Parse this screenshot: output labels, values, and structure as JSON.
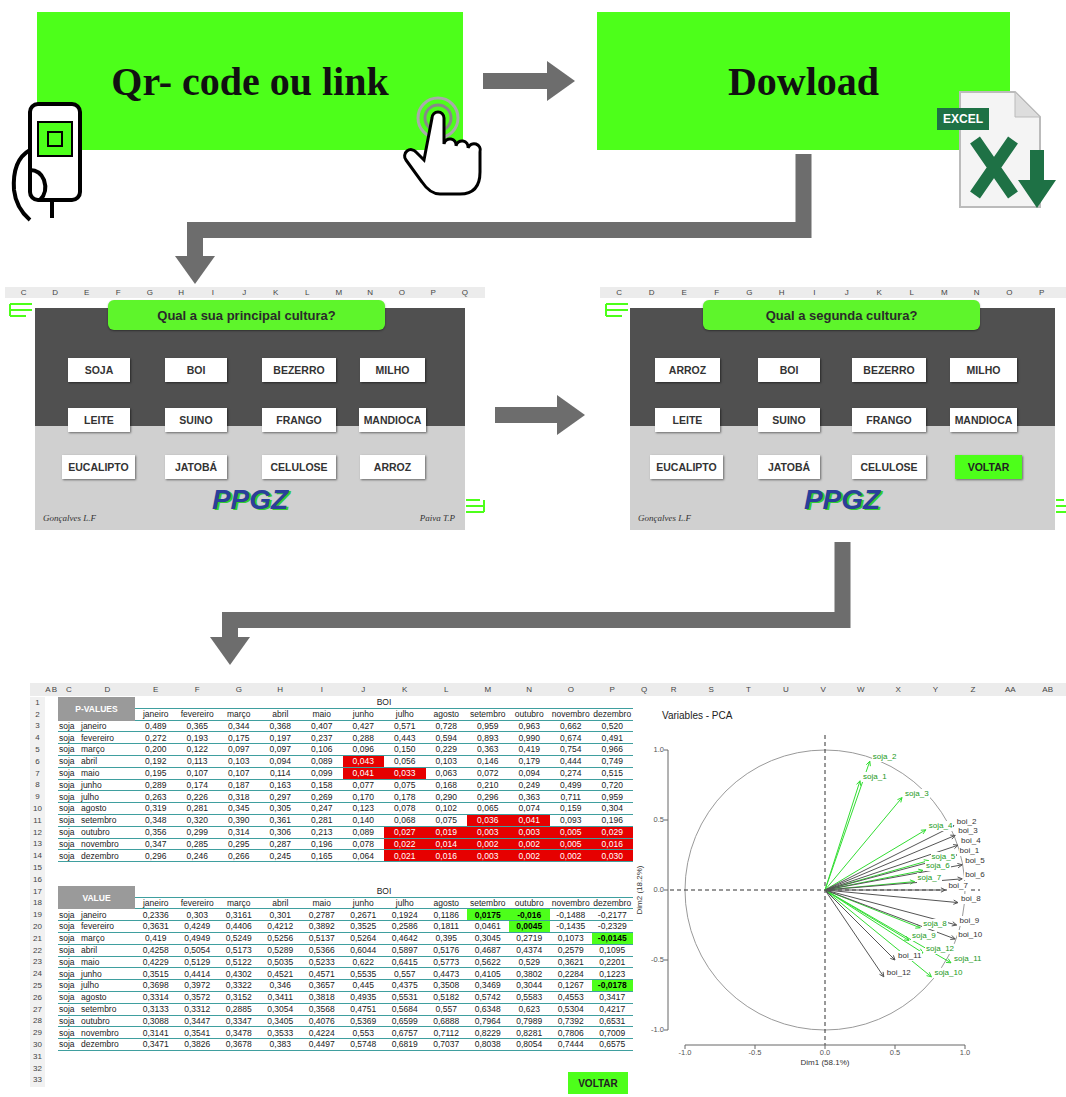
{
  "diagram": {
    "nodes": [
      {
        "text": [
          "Qr- code ou link"
        ]
      },
      {
        "text": [
          "Dowload"
        ]
      },
      {
        "text": [
          "PPGZ",
          "Gonçalves L.F",
          "Paiva T.P"
        ]
      },
      {
        "text": [
          "Qual a sua principal cultura?"
        ],
        "in": 2
      },
      {
        "text": [
          "SOJA"
        ],
        "in": 2
      },
      {
        "text": [
          "BOI"
        ],
        "in": 2
      },
      {
        "text": [
          "BEZERRO"
        ],
        "in": 2
      },
      {
        "text": [
          "MILHO"
        ],
        "in": 2
      },
      {
        "text": [
          "LEITE"
        ],
        "in": 2
      },
      {
        "text": [
          "SUINO"
        ],
        "in": 2
      },
      {
        "text": [
          "FRANGO"
        ],
        "in": 2
      },
      {
        "text": [
          "MANDIOCA"
        ],
        "in": 2
      },
      {
        "text": [
          "EUCALIPTO"
        ],
        "in": 2
      },
      {
        "text": [
          "JATOBÁ"
        ],
        "in": 2
      },
      {
        "text": [
          "CELULOSE"
        ],
        "in": 2
      },
      {
        "text": [
          "ARROZ"
        ],
        "in": 2
      },
      {
        "text": [
          "PPGZ",
          "Gonçalves L.F"
        ]
      },
      {
        "text": [
          "Qual a segunda cultura?"
        ],
        "in": 16
      },
      {
        "text": [
          "ARROZ"
        ],
        "in": 16
      },
      {
        "text": [
          "BOI"
        ],
        "in": 16
      },
      {
        "text": [
          "BEZERRO"
        ],
        "in": 16
      },
      {
        "text": [
          "MILHO"
        ],
        "in": 16
      },
      {
        "text": [
          "LEITE"
        ],
        "in": 16
      },
      {
        "text": [
          "SUINO"
        ],
        "in": 16
      },
      {
        "text": [
          "FRANGO"
        ],
        "in": 16
      },
      {
        "text": [
          "MANDIOCA"
        ],
        "in": 16
      },
      {
        "text": [
          "EUCALIPTO"
        ],
        "in": 16
      },
      {
        "text": [
          "JATOBÁ"
        ],
        "in": 16
      },
      {
        "text": [
          "CELULOSE"
        ],
        "in": 16
      },
      {
        "text": [
          "VOLTAR"
        ],
        "in": 16
      },
      {
        "text": [
          "P-VALUES",
          "VALUE"
        ]
      },
      {
        "text": [
          "VOLTAR"
        ],
        "in": 30
      }
    ],
    "edges": [
      {
        "from": 0,
        "to": 1,
        "arrow": "to"
      },
      {
        "from": 1,
        "to": 2,
        "arrow": "to"
      },
      {
        "from": 2,
        "to": 16,
        "arrow": "to"
      },
      {
        "from": 16,
        "to": 30,
        "arrow": "to"
      }
    ],
    "labels": [
      "EXCEL",
      "C",
      "D",
      "E",
      "F",
      "G",
      "H",
      "I",
      "J",
      "K",
      "L",
      "M",
      "N",
      "O",
      "P",
      "Q",
      "C",
      "D",
      "E",
      "F",
      "G",
      "H",
      "I",
      "J",
      "K",
      "L",
      "M",
      "N",
      "O",
      "P",
      "A",
      "B",
      "C",
      "D",
      "E",
      "F",
      "G",
      "H",
      "I",
      "J",
      "K",
      "L",
      "M",
      "N",
      "O",
      "P",
      "Q",
      "R",
      "S",
      "T",
      "U",
      "V",
      "W",
      "X",
      "Y",
      "Z",
      "AA",
      "AB",
      "1",
      "2",
      "3",
      "4",
      "5",
      "6",
      "7",
      "8",
      "9",
      "10",
      "11",
      "12",
      "13",
      "14",
      "15",
      "16",
      "17",
      "18",
      "19",
      "20",
      "21",
      "22",
      "23",
      "24",
      "25",
      "26",
      "27",
      "28",
      "29",
      "30",
      "31",
      "32",
      "33",
      "BOI",
      "janeiro",
      "fevereiro",
      "março",
      "abril",
      "maio",
      "junho",
      "julho",
      "agosto",
      "setembro",
      "outubro",
      "novembro",
      "dezembro",
      "soja",
      "janeiro",
      "0,489",
      "0,365",
      "0,344",
      "0,368",
      "0,407",
      "0,427",
      "0,571",
      "0,728",
      "0,959",
      "0,963",
      "0,662",
      "0,520",
      "soja",
      "fevereiro",
      "0,272",
      "0,193",
      "0,175",
      "0,197",
      "0,237",
      "0,288",
      "0,443",
      "0,594",
      "0,893",
      "0,990",
      "0,674",
      "0,491",
      "soja",
      "março",
      "0,200",
      "0,122",
      "0,097",
      "0,097",
      "0,106",
      "0,096",
      "0,150",
      "0,229",
      "0,363",
      "0,419",
      "0,754",
      "0,966",
      "soja",
      "abril",
      "0,192",
      "0,113",
      "0,103",
      "0,094",
      "0,089",
      "0,043",
      "0,056",
      "0,103",
      "0,146",
      "0,179",
      "0,444",
      "0,749",
      "soja",
      "maio",
      "0,195",
      "0,107",
      "0,107",
      "0,114",
      "0,099",
      "0,041",
      "0,033",
      "0,063",
      "0,072",
      "0,094",
      "0,274",
      "0,515",
      "soja",
      "junho",
      "0,289",
      "0,174",
      "0,187",
      "0,163",
      "0,158",
      "0,077",
      "0,075",
      "0,168",
      "0,210",
      "0,249",
      "0,499",
      "0,720",
      "soja",
      "julho",
      "0,263",
      "0,226",
      "0,318",
      "0,297",
      "0,269",
      "0,170",
      "0,178",
      "0,290",
      "0,296",
      "0,363",
      "0,711",
      "0,959",
      "soja",
      "agosto",
      "0,319",
      "0,281",
      "0,345",
      "0,305",
      "0,247",
      "0,123",
      "0,078",
      "0,102",
      "0,065",
      "0,074",
      "0,159",
      "0,304",
      "soja",
      "setembro",
      "0,348",
      "0,320",
      "0,390",
      "0,361",
      "0,281",
      "0,140",
      "0,068",
      "0,075",
      "0,036",
      "0,041",
      "0,093",
      "0,196",
      "soja",
      "outubro",
      "0,356",
      "0,299",
      "0,314",
      "0,306",
      "0,213",
      "0,089",
      "0,027",
      "0,019",
      "0,003",
      "0,003",
      "0,005",
      "0,029",
      "soja",
      "novembro",
      "0,347",
      "0,285",
      "0,295",
      "0,287",
      "0,196",
      "0,078",
      "0,022",
      "0,014",
      "0,002",
      "0,002",
      "0,005",
      "0,016",
      "soja",
      "dezembro",
      "0,296",
      "0,246",
      "0,266",
      "0,245",
      "0,165",
      "0,064",
      "0,021",
      "0,016",
      "0,003",
      "0,002",
      "0,002",
      "0,030",
      "BOI",
      "janeiro",
      "fevereiro",
      "março",
      "abril",
      "maio",
      "junho",
      "julho",
      "agosto",
      "setembro",
      "outubro",
      "novembro",
      "dezembro",
      "soja",
      "janeiro",
      "0,2336",
      "0,303",
      "0,3161",
      "0,301",
      "0,2787",
      "0,2671",
      "0,1924",
      "0,1186",
      "0,0175",
      "-0,016",
      "-0,1488",
      "-0,2177",
      "soja",
      "fevereiro",
      "0,3631",
      "0,4249",
      "0,4406",
      "0,4212",
      "0,3892",
      "0,3525",
      "0,2586",
      "0,1811",
      "0,0461",
      "0,0045",
      "-0,1435",
      "-0,2329",
      "soja",
      "março",
      "0,419",
      "0,4949",
      "0,5249",
      "0,5256",
      "0,5137",
      "0,5264",
      "0,4642",
      "0,395",
      "0,3045",
      "0,2719",
      "0,1073",
      "-0,0145",
      "soja",
      "abril",
      "0,4258",
      "0,5054",
      "0,5173",
      "0,5289",
      "0,5366",
      "0,6044",
      "0,5897",
      "0,5176",
      "0,4687",
      "0,4374",
      "0,2579",
      "0,1095",
      "soja",
      "maio",
      "0,4229",
      "0,5129",
      "0,5122",
      "0,5035",
      "0,5233",
      "0,622",
      "0,6415",
      "0,5773",
      "0,5622",
      "0,529",
      "0,3621",
      "0,2201",
      "soja",
      "junho",
      "0,3515",
      "0,4414",
      "0,4302",
      "0,4521",
      "0,4571",
      "0,5535",
      "0,557",
      "0,4473",
      "0,4105",
      "0,3802",
      "0,2284",
      "0,1223",
      "soja",
      "julho",
      "0,3698",
      "0,3972",
      "0,3322",
      "0,346",
      "0,3657",
      "0,445",
      "0,4375",
      "0,3508",
      "0,3469",
      "0,3044",
      "0,1267",
      "-0,0178",
      "soja",
      "agosto",
      "0,3314",
      "0,3572",
      "0,3152",
      "0,3411",
      "0,3818",
      "0,4935",
      "0,5531",
      "0,5182",
      "0,5742",
      "0,5583",
      "0,4553",
      "0,3417",
      "soja",
      "setembro",
      "0,3133",
      "0,3312",
      "0,2885",
      "0,3054",
      "0,3568",
      "0,4751",
      "0,5684",
      "0,557",
      "0,6348",
      "0,623",
      "0,5304",
      "0,4217",
      "soja",
      "outubro",
      "0,3088",
      "0,3447",
      "0,3347",
      "0,3405",
      "0,4076",
      "0,5369",
      "0,6599",
      "0,6888",
      "0,7964",
      "0,7989",
      "0,7392",
      "0,6531",
      "soja",
      "novembro",
      "0,3141",
      "0,3541",
      "0,3478",
      "0,3533",
      "0,4224",
      "0,553",
      "0,6757",
      "0,7112",
      "0,8229",
      "0,8281",
      "0,7806",
      "0,7009",
      "soja",
      "dezembro",
      "0,3471",
      "0,3826",
      "0,3678",
      "0,383",
      "0,4497",
      "0,5748",
      "0,6819",
      "0,7037",
      "0,8038",
      "0,8054",
      "0,7444",
      "0,6575",
      "Variables - PCA",
      "Dim1 (58.1%)",
      "Dim2 (18.2%)",
      "1.0",
      "0.5",
      "0.0",
      "-0.5",
      "-1.0",
      "-1.0",
      "-0.5",
      "0.0",
      "0.5",
      "1.0",
      "soja_1",
      "soja_2",
      "soja_3",
      "soja_4",
      "soja_5",
      "soja_6",
      "soja_7",
      "soja_8",
      "soja_9",
      "soja_10",
      "soja_11",
      "soja_12",
      "boi_1",
      "boi_2",
      "boi_3",
      "boi_4",
      "boi_5",
      "boi_6",
      "boi_7",
      "boi_8",
      "boi_9",
      "boi_10",
      "boi_11",
      "boi_12"
    ]
  }
}
